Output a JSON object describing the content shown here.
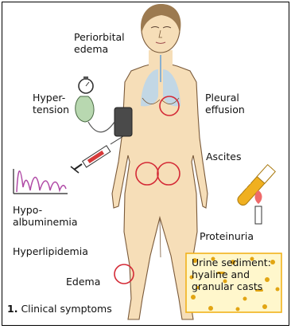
{
  "labels": {
    "periorbital_edema": [
      "Periorbital",
      "edema"
    ],
    "hypertension": [
      "Hyper-",
      "tension"
    ],
    "pleural_effusion": [
      "Pleural",
      "effusion"
    ],
    "ascites": "Ascites",
    "hypoalbuminemia": [
      "Hypo-",
      "albuminemia"
    ],
    "hyperlipidemia": "Hyperlipidemia",
    "proteinuria": "Proteinuria",
    "edema": "Edema",
    "urine_sediment": [
      "Urine sediment:",
      "hyaline and",
      "granular casts"
    ],
    "caption_number": "1.",
    "caption_text": "Clinical symptoms"
  },
  "colors": {
    "skin": "#f6deb8",
    "skin_outline": "#7a5a3a",
    "hair": "#9c7a50",
    "lungs": "#b9d6ec",
    "circle": "#d42a36",
    "graph_line": "#b04aa6",
    "syringe_fluid": "#d63a3a",
    "tube_fill": "#f0b020",
    "flame": "#ef6a6a",
    "sediment_bg": "#fff7cc",
    "sediment_border": "#f2b21c",
    "cast": "#e2a513"
  }
}
